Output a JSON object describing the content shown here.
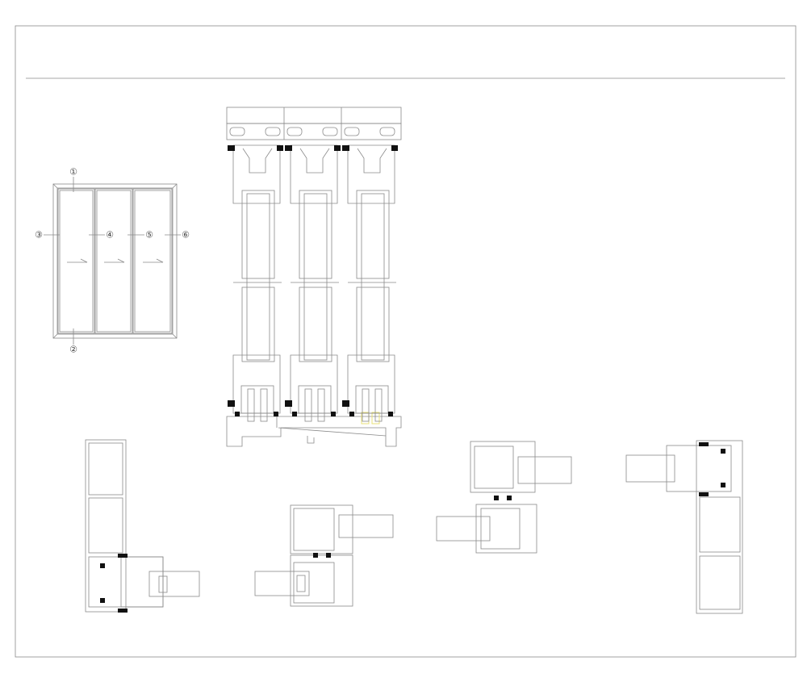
{
  "drawing": {
    "elevation": {
      "callouts": [
        {
          "id": "1",
          "label": "①"
        },
        {
          "id": "2",
          "label": "②"
        },
        {
          "id": "3",
          "label": "③"
        },
        {
          "id": "4",
          "label": "④"
        },
        {
          "id": "5",
          "label": "⑤"
        },
        {
          "id": "6",
          "label": "⑥"
        }
      ],
      "panels": 3
    },
    "vertical_section": {
      "tracks": 3
    },
    "horizontal_sections": 4,
    "colors": {
      "line": "#8a8a8a",
      "gasket": "#111111",
      "highlight": "#e8e27a"
    }
  }
}
